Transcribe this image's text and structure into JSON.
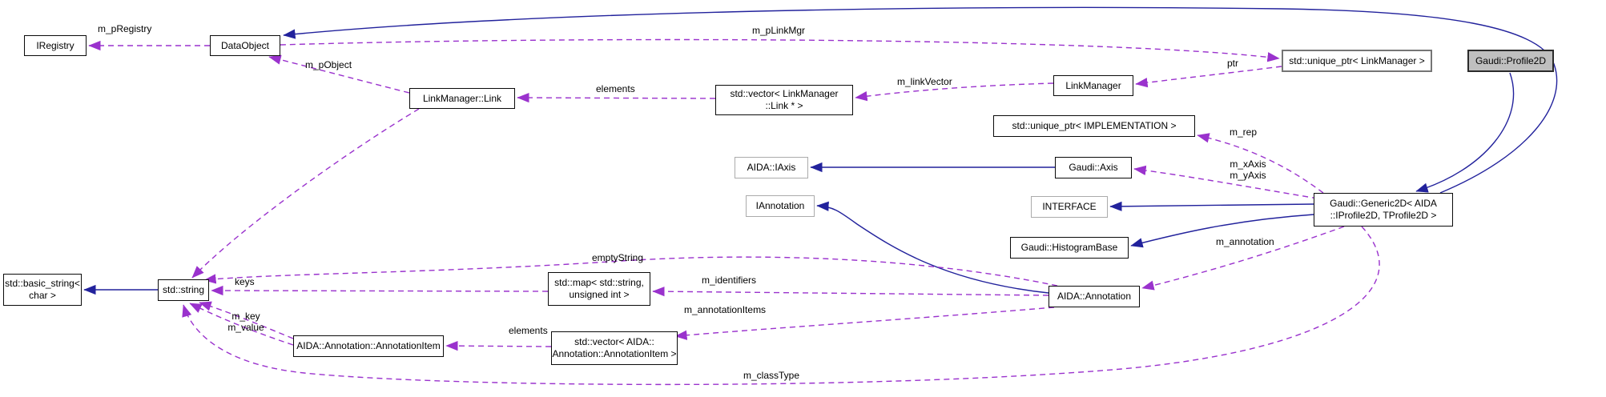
{
  "diagram": {
    "type": "doxygen-collaboration-graph",
    "colors": {
      "inheritance_edge": "#22229C",
      "usage_edge": "#9A32CD",
      "node_border": "#0A0A0A",
      "undocumented_node_border": "#ABABAB",
      "current_node_fill": "#BFBFBF",
      "background": "#FFFFFF"
    },
    "nodes": {
      "iregistry": {
        "label": "IRegistry"
      },
      "dataobject": {
        "label": "DataObject"
      },
      "linkmanager_link": {
        "label": "LinkManager::Link"
      },
      "vector_linkmanager_link": {
        "label": "std::vector< LinkManager\n::Link * >"
      },
      "linkmanager": {
        "label": "LinkManager"
      },
      "unique_ptr_linkmanager": {
        "label": "std::unique_ptr< LinkManager >"
      },
      "gaudi_profile2d": {
        "label": "Gaudi::Profile2D"
      },
      "unique_ptr_implementation": {
        "label": "std::unique_ptr< IMPLEMENTATION >"
      },
      "aida_iaxis": {
        "label": "AIDA::IAxis"
      },
      "gaudi_axis": {
        "label": "Gaudi::Axis"
      },
      "iannotation": {
        "label": "IAnnotation"
      },
      "interface": {
        "label": "INTERFACE"
      },
      "gaudi_generic2d": {
        "label": "Gaudi::Generic2D< AIDA\n::IProfile2D, TProfile2D >"
      },
      "gaudi_histogrambase": {
        "label": "Gaudi::HistogramBase"
      },
      "basic_string": {
        "label": "std::basic_string<\nchar >"
      },
      "std_string": {
        "label": "std::string"
      },
      "std_map": {
        "label": "std::map< std::string,\nunsigned int >"
      },
      "aida_annotation": {
        "label": "AIDA::Annotation"
      },
      "annotation_item": {
        "label": "AIDA::Annotation::AnnotationItem"
      },
      "vector_annotation_item": {
        "label": "std::vector< AIDA::\nAnnotation::AnnotationItem >"
      }
    },
    "edges": [
      {
        "from": "dataobject",
        "to": "iregistry",
        "type": "usage",
        "label": "m_pRegistry"
      },
      {
        "from": "dataobject",
        "to": "unique_ptr_linkmanager",
        "type": "usage",
        "label": "m_pLinkMgr"
      },
      {
        "from": "linkmanager_link",
        "to": "dataobject",
        "type": "usage",
        "label": "m_pObject"
      },
      {
        "from": "vector_linkmanager_link",
        "to": "linkmanager_link",
        "type": "usage",
        "label": "elements"
      },
      {
        "from": "linkmanager",
        "to": "vector_linkmanager_link",
        "type": "usage",
        "label": "m_linkVector"
      },
      {
        "from": "unique_ptr_linkmanager",
        "to": "linkmanager",
        "type": "usage",
        "label": "ptr"
      },
      {
        "from": "gaudi_generic2d",
        "to": "unique_ptr_implementation",
        "type": "usage",
        "label": "m_rep"
      },
      {
        "from": "gaudi_generic2d",
        "to": "gaudi_axis",
        "type": "usage",
        "label": "m_xAxis\nm_yAxis"
      },
      {
        "from": "gaudi_generic2d",
        "to": "aida_annotation",
        "type": "usage",
        "label": "m_annotation"
      },
      {
        "from": "aida_annotation",
        "to": "std_map",
        "type": "usage",
        "label": "m_identifiers"
      },
      {
        "from": "aida_annotation",
        "to": "std_string",
        "type": "usage",
        "label": "emptyString"
      },
      {
        "from": "std_map",
        "to": "std_string",
        "type": "usage",
        "label": "keys"
      },
      {
        "from": "aida_annotation",
        "to": "vector_annotation_item",
        "type": "usage",
        "label": "m_annotationItems"
      },
      {
        "from": "vector_annotation_item",
        "to": "annotation_item",
        "type": "usage",
        "label": "elements"
      },
      {
        "from": "annotation_item",
        "to": "std_string",
        "type": "usage",
        "label": "m_key\nm_value"
      },
      {
        "from": "gaudi_generic2d",
        "to": "std_string",
        "type": "usage",
        "label": "m_classType"
      },
      {
        "from": "gaudi_axis",
        "to": "aida_iaxis",
        "type": "inheritance",
        "label": ""
      },
      {
        "from": "aida_annotation",
        "to": "iannotation",
        "type": "inheritance",
        "label": ""
      },
      {
        "from": "std_string",
        "to": "basic_string",
        "type": "inheritance",
        "label": ""
      },
      {
        "from": "gaudi_generic2d",
        "to": "interface",
        "type": "inheritance",
        "label": ""
      },
      {
        "from": "gaudi_generic2d",
        "to": "gaudi_histogrambase",
        "type": "inheritance",
        "label": ""
      },
      {
        "from": "gaudi_generic2d",
        "to": "dataobject",
        "type": "inheritance",
        "label": ""
      },
      {
        "from": "gaudi_profile2d",
        "to": "gaudi_generic2d",
        "type": "inheritance",
        "label": ""
      }
    ]
  }
}
